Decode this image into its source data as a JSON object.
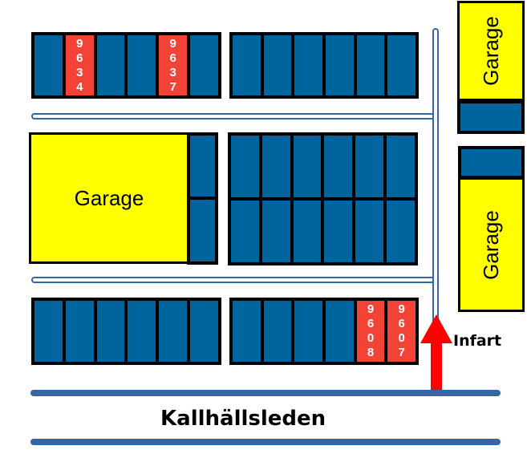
{
  "colors": {
    "spot": "#00659e",
    "reserved_spot": "#f34336",
    "garage": "#ffff00",
    "road": "#3465a4",
    "arrow": "#ff0000"
  },
  "rows": {
    "top_left": [
      {
        "number": ""
      },
      {
        "number": "9634",
        "reserved": true
      },
      {
        "number": ""
      },
      {
        "number": ""
      },
      {
        "number": "9637",
        "reserved": true
      },
      {
        "number": ""
      }
    ],
    "top_right": [
      {
        "number": ""
      },
      {
        "number": ""
      },
      {
        "number": ""
      },
      {
        "number": ""
      },
      {
        "number": ""
      },
      {
        "number": ""
      }
    ],
    "bottom_left": [
      {
        "number": ""
      },
      {
        "number": ""
      },
      {
        "number": ""
      },
      {
        "number": ""
      },
      {
        "number": ""
      },
      {
        "number": ""
      }
    ],
    "bottom_right": [
      {
        "number": ""
      },
      {
        "number": ""
      },
      {
        "number": ""
      },
      {
        "number": ""
      },
      {
        "number": "9608",
        "reserved": true
      },
      {
        "number": "9607",
        "reserved": true
      }
    ]
  },
  "garages": {
    "left": "Garage",
    "right_top": "Garage",
    "right_bottom": "Garage"
  },
  "road": {
    "name": "Kallhällsleden"
  },
  "entrance": {
    "label": "Infart",
    "icon": "arrow-up-icon"
  }
}
